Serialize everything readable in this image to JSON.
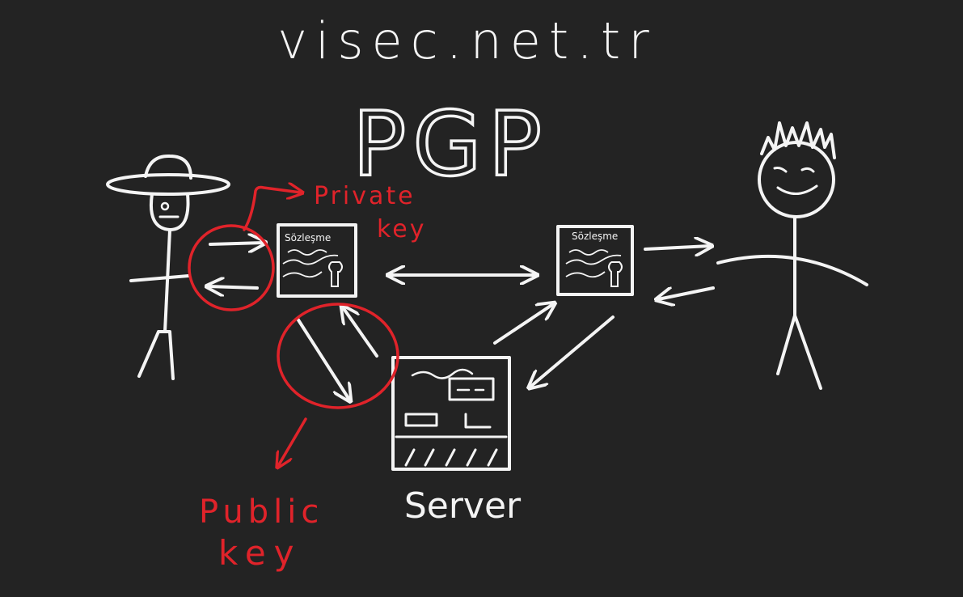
{
  "site_title": "visec.net.tr",
  "heading": "PGP",
  "labels": {
    "private_key_line1": "Private",
    "private_key_line2": "key",
    "public_key_line1": "Public",
    "public_key_line2": "key",
    "server": "Server",
    "document_left": "Sözleşme",
    "document_right": "Sözleşme"
  },
  "colors": {
    "background": "#232323",
    "ink": "#f4f4f4",
    "accent": "#e0232a"
  }
}
